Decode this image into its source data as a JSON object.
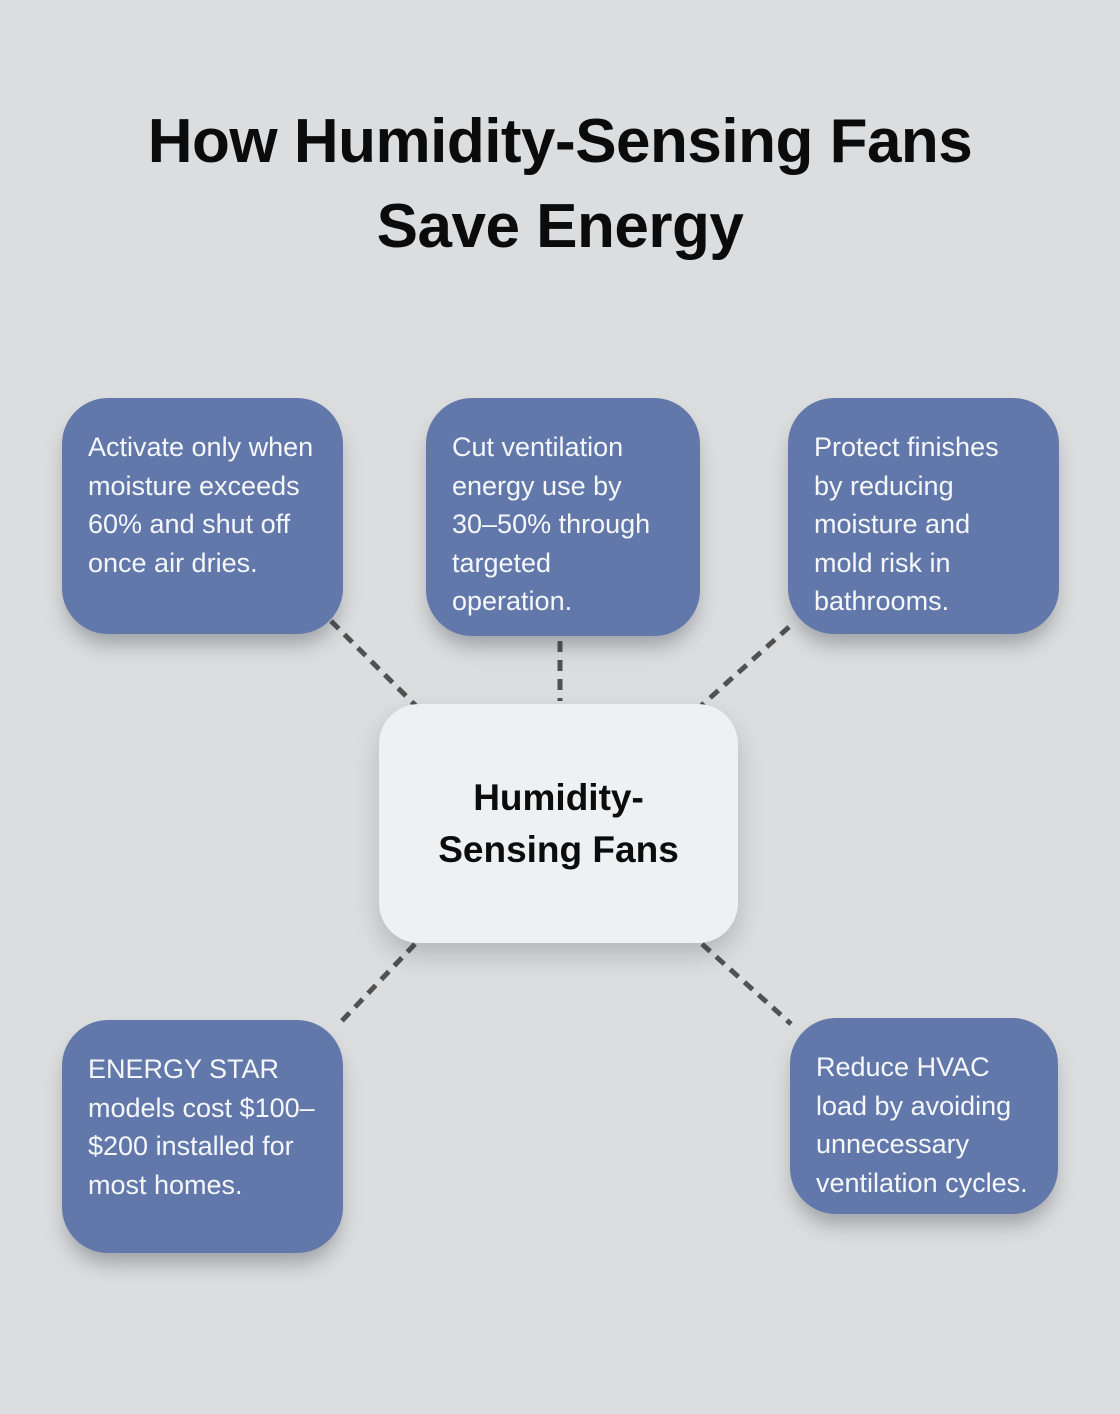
{
  "title": "How Humidity-Sensing Fans Save Energy",
  "center": {
    "label": "Humidity-Sensing Fans"
  },
  "nodes": [
    {
      "id": "activate-on-moisture",
      "text": "Activate only when moisture exceeds 60% and shut off once air dries."
    },
    {
      "id": "cut-ventilation-energy",
      "text": "Cut ventilation energy use by 30–50% through targeted operation."
    },
    {
      "id": "protect-finishes",
      "text": "Protect finishes by reducing moisture and mold risk in bathrooms."
    },
    {
      "id": "energy-star-cost",
      "text": "ENERGY STAR models cost $100–$200 installed for most homes."
    },
    {
      "id": "reduce-hvac-load",
      "text": "Reduce HVAC load by avoiding unnecessary ventilation cycles."
    }
  ],
  "colors": {
    "background": "#dcddde",
    "node_fill": "#6278aa",
    "node_text": "#f5f7fa",
    "center_fill": "#eff0f1",
    "center_text": "#0c0c0c",
    "connector": "#515151",
    "title_text": "#0b0b0b"
  }
}
